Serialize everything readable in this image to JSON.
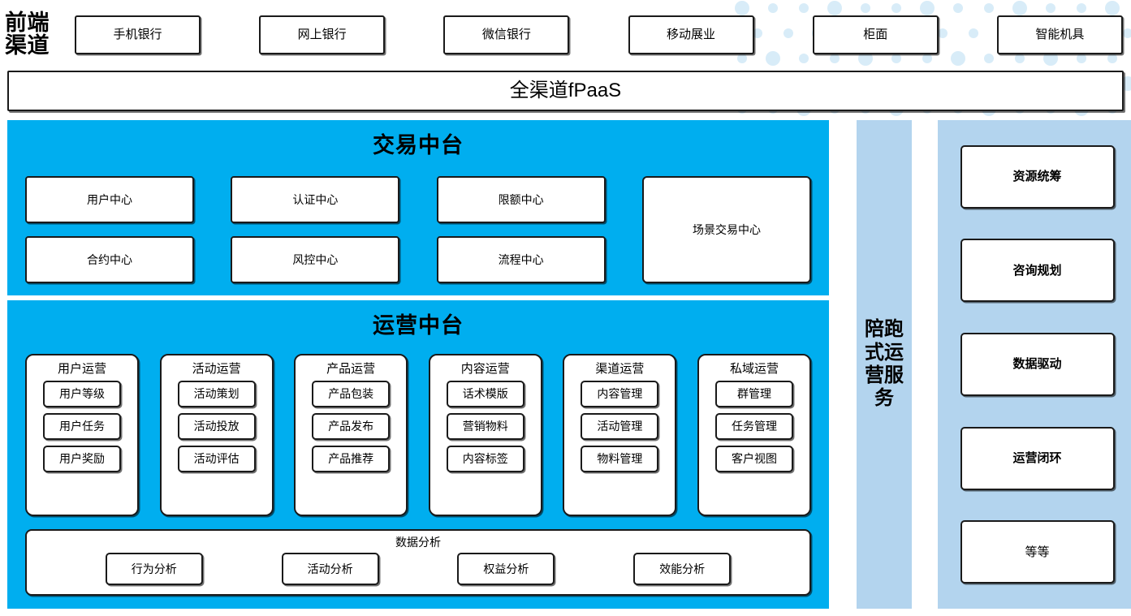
{
  "front_channel": {
    "label_line1": "前端",
    "label_line2": "渠道",
    "boxes": [
      {
        "label": "手机银行"
      },
      {
        "label": "网上银行"
      },
      {
        "label": "微信银行"
      },
      {
        "label": "移动展业"
      },
      {
        "label": "柜面"
      },
      {
        "label": "智能机具"
      }
    ]
  },
  "fpaas": {
    "label": "全渠道fPaaS"
  },
  "trade_platform": {
    "title": "交易中台",
    "columns": [
      {
        "cells": [
          "用户中心",
          "合约中心"
        ]
      },
      {
        "cells": [
          "认证中心",
          "风控中心"
        ]
      },
      {
        "cells": [
          "限额中心",
          "流程中心"
        ]
      }
    ],
    "scene_box": "场景交易中心"
  },
  "operation_platform": {
    "title": "运营中台",
    "columns": [
      {
        "title": "用户运营",
        "items": [
          "用户等级",
          "用户任务",
          "用户奖励"
        ]
      },
      {
        "title": "活动运营",
        "items": [
          "活动策划",
          "活动投放",
          "活动评估"
        ]
      },
      {
        "title": "产品运营",
        "items": [
          "产品包装",
          "产品发布",
          "产品推荐"
        ]
      },
      {
        "title": "内容运营",
        "items": [
          "话术模版",
          "营销物料",
          "内容标签"
        ]
      },
      {
        "title": "渠道运营",
        "items": [
          "内容管理",
          "活动管理",
          "物料管理"
        ]
      },
      {
        "title": "私域运营",
        "items": [
          "群管理",
          "任务管理",
          "客户视图"
        ]
      }
    ],
    "data_analysis": {
      "title": "数据分析",
      "items": [
        "行为分析",
        "活动分析",
        "权益分析",
        "效能分析"
      ]
    }
  },
  "service_column": {
    "label": "陪跑式运营服务"
  },
  "right_column": {
    "boxes": [
      {
        "label": "资源统筹",
        "bold": true
      },
      {
        "label": "咨询规划",
        "bold": true
      },
      {
        "label": "数据驱动",
        "bold": true
      },
      {
        "label": "运营闭环",
        "bold": true
      },
      {
        "label": "等等",
        "bold": false
      }
    ]
  },
  "colors": {
    "cyan": "#00AEEF",
    "light_blue": "#B3D4EE",
    "box_border": "#1a1a1a",
    "box_fill": "#FFFFFF",
    "dot": "#D8ECF8"
  }
}
